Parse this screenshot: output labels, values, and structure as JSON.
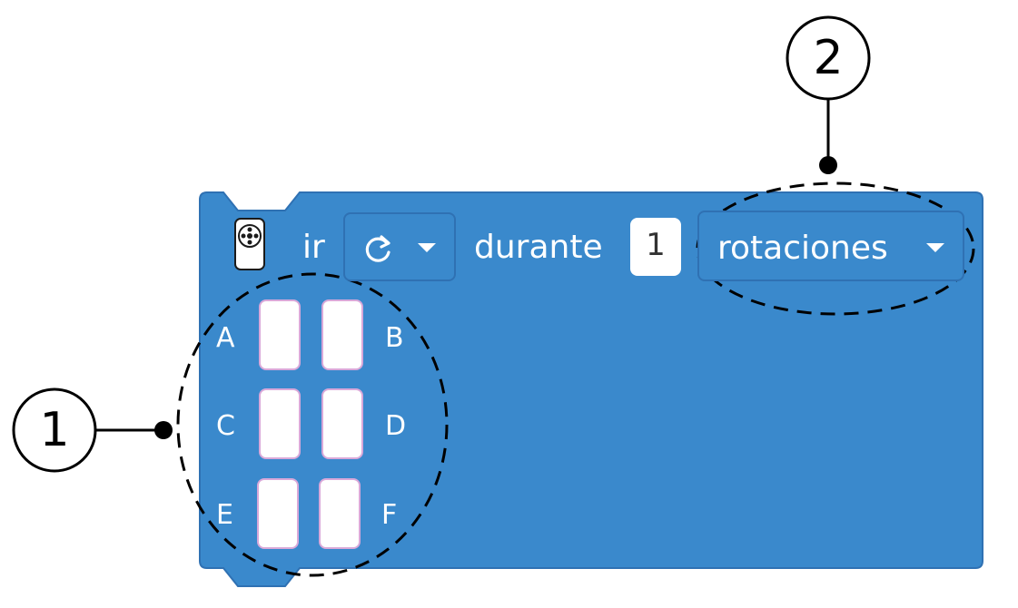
{
  "block": {
    "verb": "ir",
    "direction_icon": "rotate-clockwise-icon",
    "duration_word": "durante",
    "amount": "1",
    "unit": "rotaciones",
    "color": "#3a89cc",
    "border_color": "#2f71b3"
  },
  "ports": [
    {
      "letter": "A"
    },
    {
      "letter": "B"
    },
    {
      "letter": "C"
    },
    {
      "letter": "D"
    },
    {
      "letter": "E"
    },
    {
      "letter": "F"
    }
  ],
  "callouts": [
    {
      "number": "1"
    },
    {
      "number": "2"
    }
  ]
}
